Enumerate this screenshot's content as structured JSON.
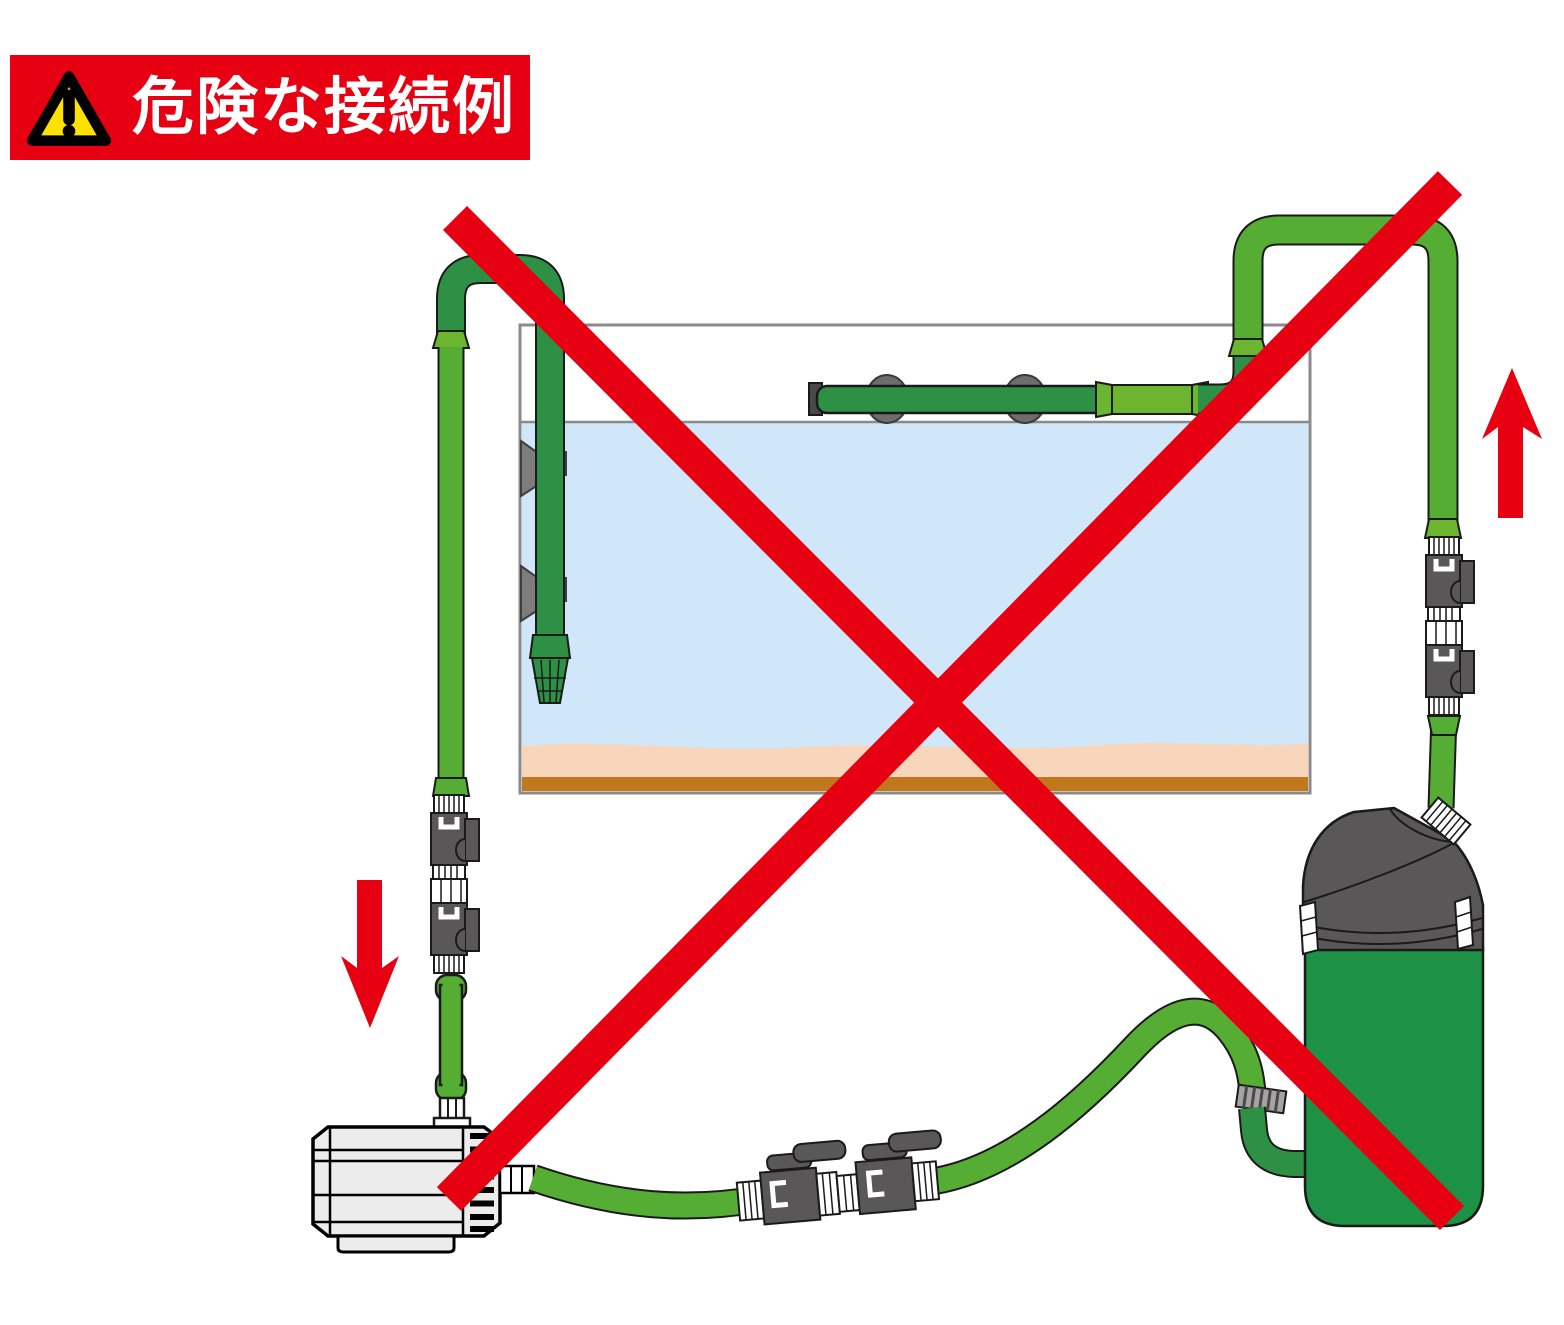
{
  "banner": {
    "label": "危険な接続例",
    "icon": "warning-triangle-icon",
    "colors": {
      "background": "#e60012",
      "text": "#ffffff",
      "triangle_fill": "#ffe100",
      "triangle_stroke": "#000000"
    }
  },
  "diagram": {
    "kind": "aquarium-external-filter-dangerous-connection-example",
    "crossed_out": true,
    "cross_color": "#e60012",
    "flow_arrows": [
      {
        "id": "left-flow-arrow",
        "direction": "down",
        "color": "#e60012"
      },
      {
        "id": "right-flow-arrow",
        "direction": "up",
        "color": "#e60012"
      }
    ],
    "components": [
      {
        "id": "aquarium-tank",
        "glass": "#8a8a8a",
        "water": "#cfe7f8",
        "sand": "#f7d6bb",
        "substrate": "#c1771c"
      },
      {
        "id": "intake-pipe-with-strainer",
        "color": "#2e9044",
        "suction_cups": 2
      },
      {
        "id": "spray-bar",
        "color": "#2e9044",
        "suction_cups": 2
      },
      {
        "id": "left-return-pipe",
        "color": "#56ad33"
      },
      {
        "id": "left-double-tap-valve",
        "color": "#595757"
      },
      {
        "id": "right-riser-pipe",
        "color": "#56ad33"
      },
      {
        "id": "right-double-tap-valve",
        "color": "#595757"
      },
      {
        "id": "inline-double-tap-valve",
        "color": "#595757"
      },
      {
        "id": "water-pump",
        "color": "#ececec"
      },
      {
        "id": "canister-filter",
        "body": "#1d9145",
        "lid": "#595757"
      },
      {
        "id": "hoses",
        "color": "#56ad33",
        "coupling_color": "#6cb52e"
      }
    ]
  }
}
